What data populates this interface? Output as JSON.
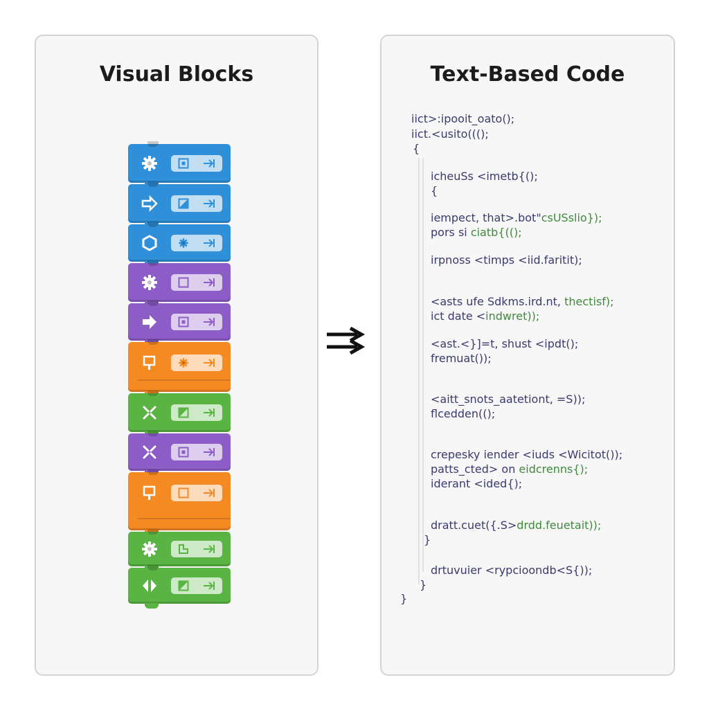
{
  "left_panel": {
    "title": "Visual Blocks"
  },
  "right_panel": {
    "title": "Text-Based Code"
  },
  "colors": {
    "blue": "#2f8fd8",
    "purple": "#8c5cc7",
    "orange": "#f58a23",
    "green": "#5ab443",
    "panel_bg": "#f7f7f8",
    "code_text": "#3a3a6c",
    "code_highlight": "#3e8a3a"
  },
  "blocks": [
    {
      "color": "blue",
      "icon": "gear-icon",
      "pill_icon": "square-dot-icon"
    },
    {
      "color": "blue",
      "icon": "arrow-outline-icon",
      "pill_icon": "note-icon"
    },
    {
      "color": "blue",
      "icon": "hexagon-icon",
      "pill_icon": "gear-icon"
    },
    {
      "color": "purple",
      "icon": "gear-icon",
      "pill_icon": "empty-square-icon"
    },
    {
      "color": "purple",
      "icon": "arrow-right-icon",
      "pill_icon": "square-dot-icon"
    },
    {
      "color": "orange",
      "icon": "flag-icon",
      "pill_icon": "gear-icon"
    },
    {
      "color": "green",
      "icon": "x-cross-icon",
      "pill_icon": "diagonal-square-icon"
    },
    {
      "color": "purple",
      "icon": "x-cross-icon",
      "pill_icon": "square-dot-icon"
    },
    {
      "color": "orange",
      "icon": "flag-icon",
      "pill_icon": "empty-square-icon"
    },
    {
      "color": "green",
      "icon": "gear-icon",
      "pill_icon": "frame-icon"
    },
    {
      "color": "green",
      "icon": "diamond-arrows-icon",
      "pill_icon": "diagonal-square-icon"
    }
  ],
  "code_lines": [
    {
      "text": "iict>:ipooit_oato();",
      "hl": ""
    },
    {
      "text": "iict.<usito((();",
      "hl": ""
    },
    {
      "text": "{",
      "hl": ""
    },
    {
      "text": "icheuSs <imetb{();",
      "hl": ""
    },
    {
      "text": "{",
      "hl": ""
    },
    {
      "text": "iempect, that>.bot\"",
      "hl": "csUSslio});"
    },
    {
      "text": "pors si ",
      "hl": "ciatb{(();"
    },
    {
      "text": "irpnoss <timps <iid.faritit);",
      "hl": ""
    },
    {
      "text": "<asts ufe Sdkms.ird.nt, ",
      "hl": "thectisf);"
    },
    {
      "text": "ict date <",
      "hl": "indwret));"
    },
    {
      "text": "<ast.<}]=t, shust <ipdt();",
      "hl": ""
    },
    {
      "text": "fremuat());",
      "hl": ""
    },
    {
      "text": "<aitt_snots_aatetiont, =S));",
      "hl": ""
    },
    {
      "text": "flcedden(();",
      "hl": ""
    },
    {
      "text": "crepesky iender <iuds <Wicitot());",
      "hl": ""
    },
    {
      "text": "patts_cted> on ",
      "hl": "eidcrenns{);"
    },
    {
      "text": "iderant <ided{);",
      "hl": ""
    },
    {
      "text": "dratt.cuet({.S>",
      "hl": "drdd.feuetait));"
    },
    {
      "text": "}",
      "hl": ""
    },
    {
      "text": "drtuvuier <rypcioondb<S{));",
      "hl": ""
    },
    {
      "text": "}",
      "hl": ""
    },
    {
      "text": "}",
      "hl": ""
    }
  ]
}
